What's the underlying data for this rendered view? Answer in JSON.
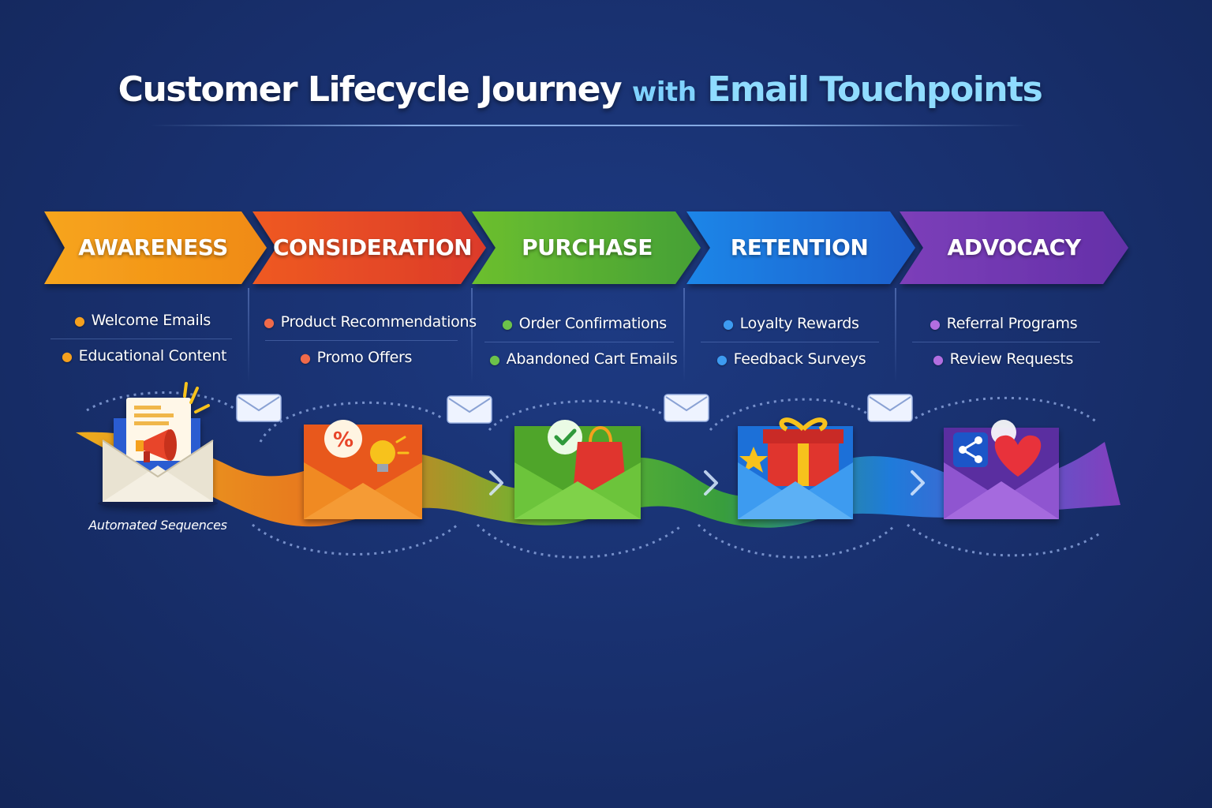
{
  "title": {
    "main": "Customer Lifecycle Journey",
    "connector": "with",
    "highlight": "Email Touchpoints"
  },
  "stages": [
    {
      "label": "AWARENESS",
      "color": "#f5a01e",
      "icon": "megaphone-icon",
      "touchpoints": [
        "Welcome Emails",
        "Educational Content"
      ],
      "bullet_color": "#f5a01e"
    },
    {
      "label": "CONSIDERATION",
      "color": "#e8452a",
      "icon": "discount-lightbulb-icon",
      "touchpoints": [
        "Product Recommendations",
        "Promo Offers"
      ],
      "bullet_color": "#f06a4a"
    },
    {
      "label": "PURCHASE",
      "color": "#5bb030",
      "icon": "shopping-bag-check-icon",
      "touchpoints": [
        "Order Confirmations",
        "Abandoned Cart Emails"
      ],
      "bullet_color": "#6cc24a"
    },
    {
      "label": "RETENTION",
      "color": "#1f7fe0",
      "icon": "gift-star-icon",
      "touchpoints": [
        "Loyalty Rewards",
        "Feedback Surveys"
      ],
      "bullet_color": "#3d9bf0"
    },
    {
      "label": "ADVOCACY",
      "color": "#7a3fb8",
      "icon": "share-heart-icon",
      "touchpoints": [
        "Referral Programs",
        "Review Requests"
      ],
      "bullet_color": "#b26ee0"
    }
  ],
  "automation_label": "Automated Sequences"
}
